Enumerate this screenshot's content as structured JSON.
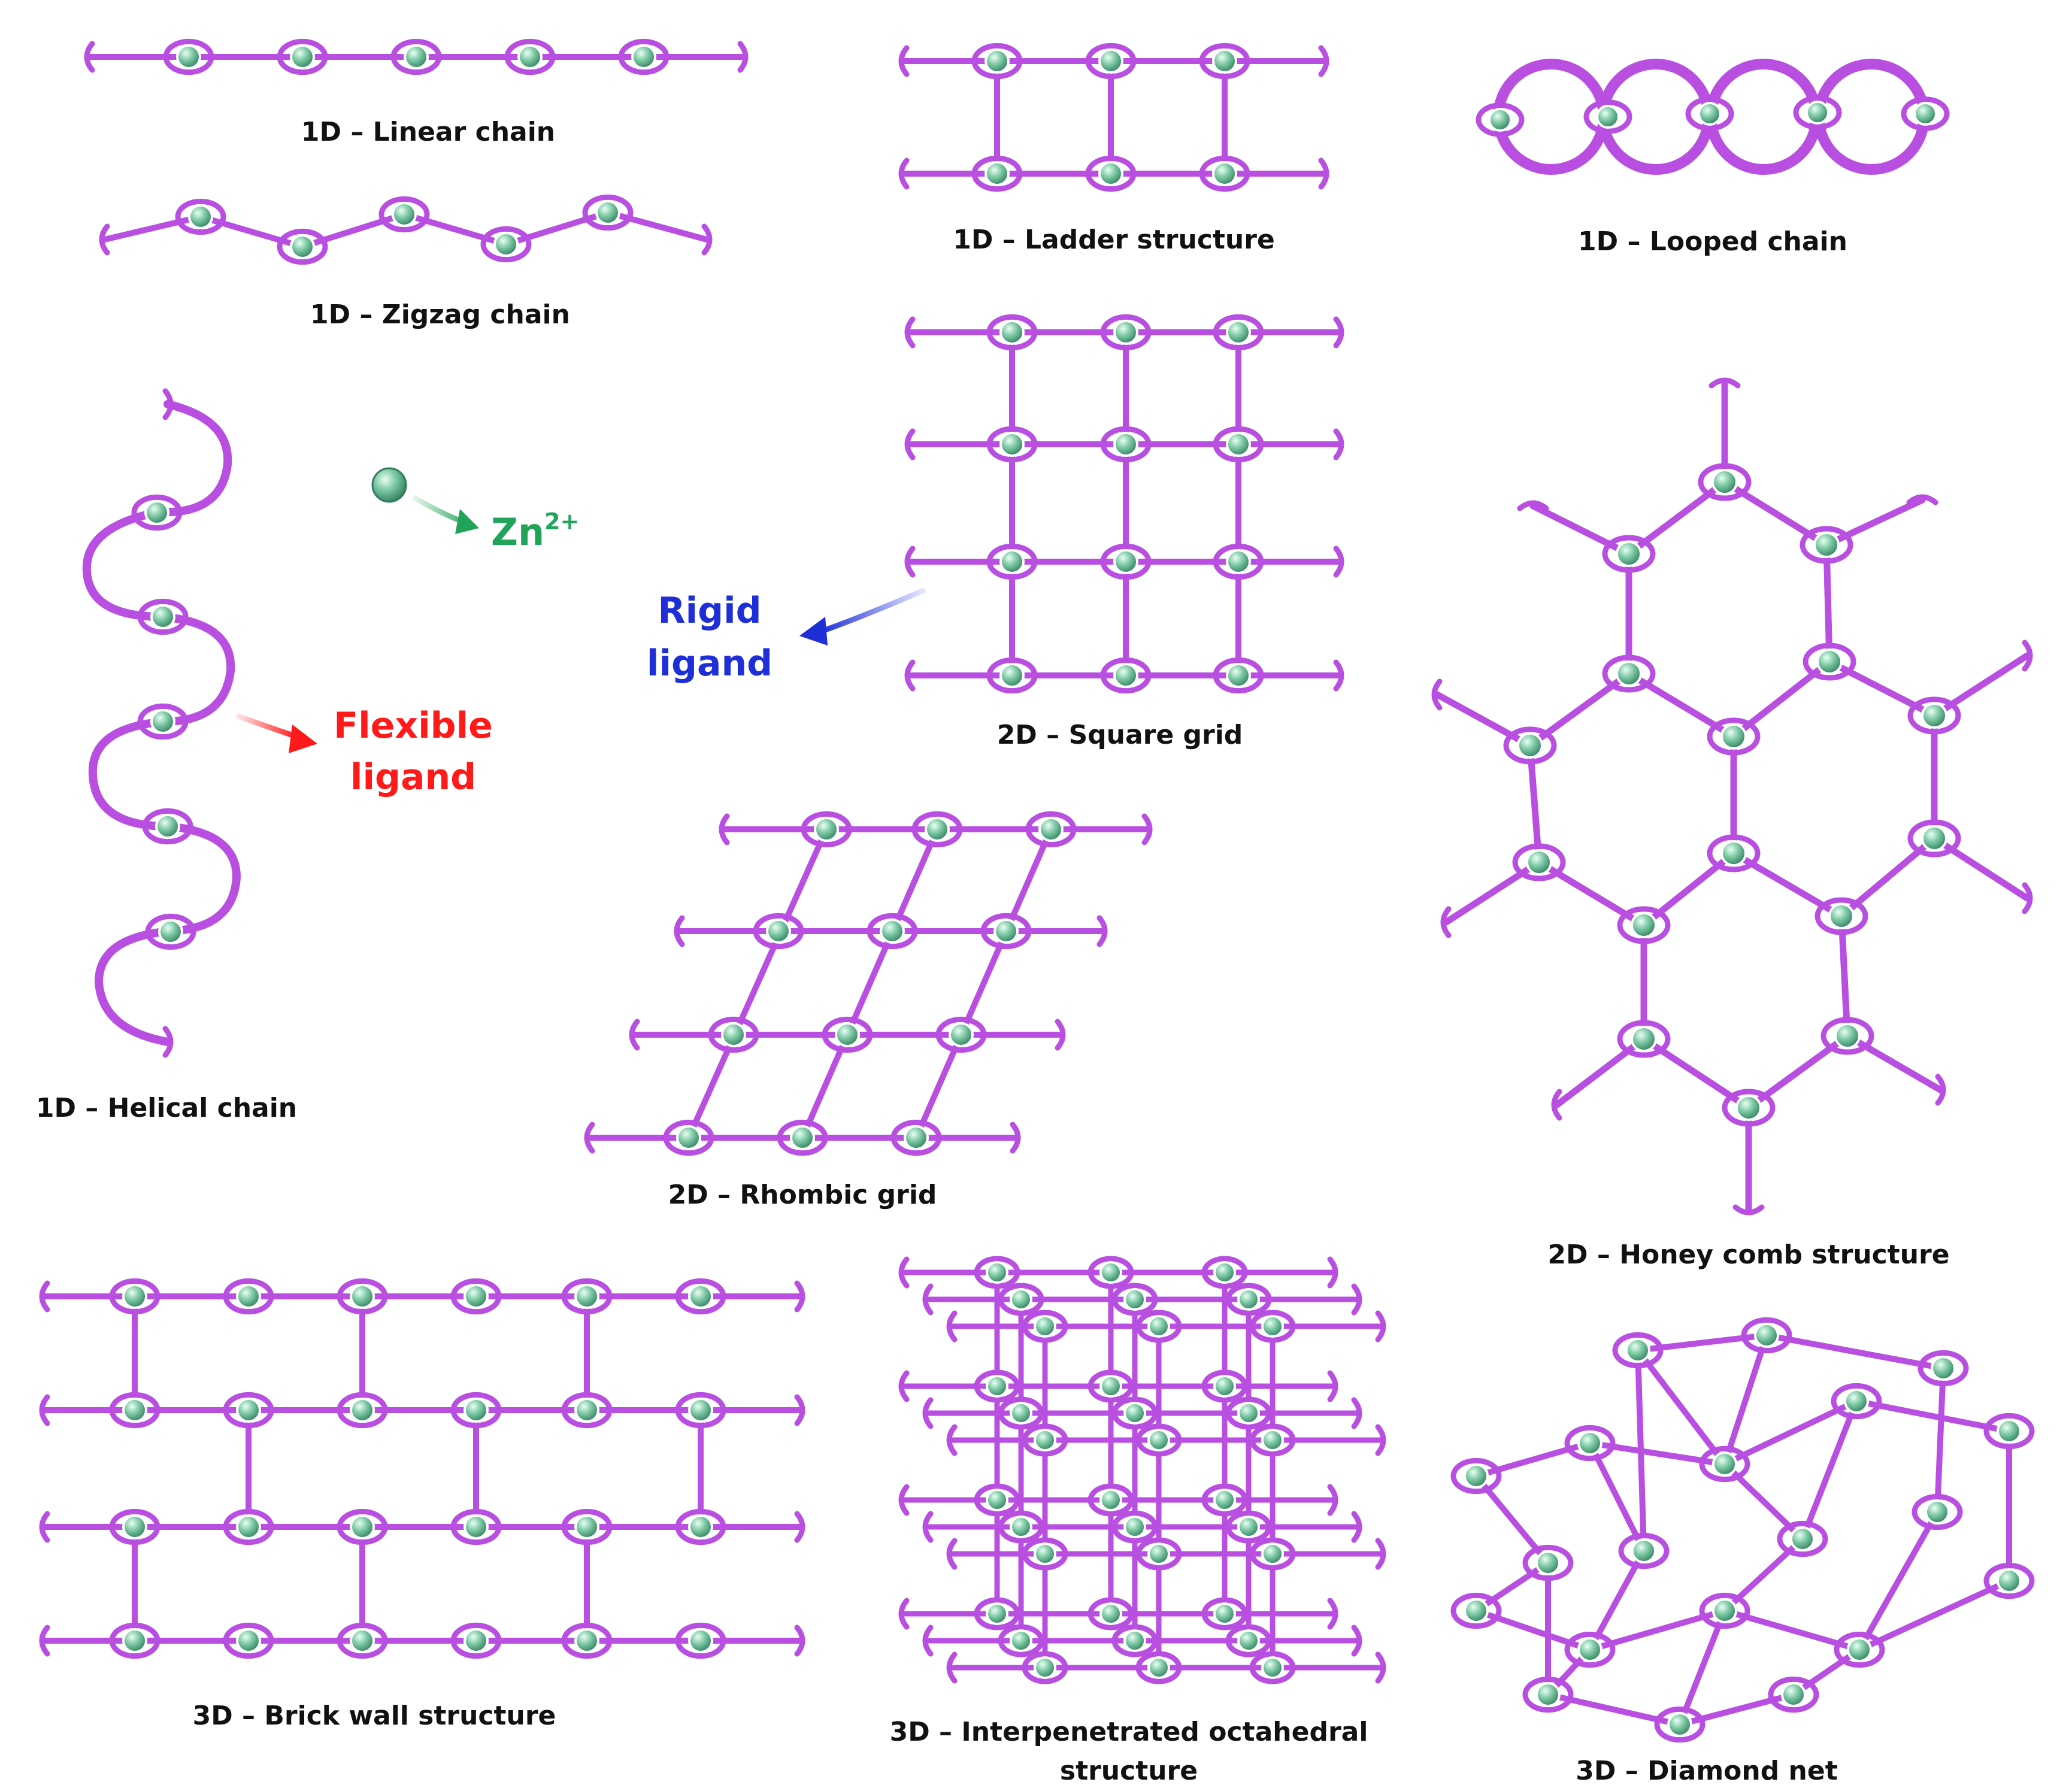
{
  "colors": {
    "ligand": "#b84fe0",
    "metal_fill": "#4fae86",
    "metal_highlight": "#e8fff4",
    "flexible": "#ff1a1a",
    "rigid": "#1f2fd8",
    "zinc": "#22a35a",
    "caption": "#111111"
  },
  "captions": {
    "linear": "1D – Linear chain",
    "zigzag": "1D – Zigzag chain",
    "ladder": "1D – Ladder structure",
    "looped": "1D – Looped chain",
    "helical": "1D – Helical chain",
    "square": "2D – Square grid",
    "rhombic": "2D – Rhombic grid",
    "honeycomb": "2D – Honey comb structure",
    "brick": "3D – Brick wall structure",
    "interpen_line1": "3D – Interpenetrated octahedral",
    "interpen_line2": "structure",
    "diamond": "3D – Diamond net"
  },
  "annotations": {
    "zinc_base": "Zn",
    "zinc_charge": "2+",
    "rigid_line1": "Rigid",
    "rigid_line2": "ligand",
    "flexible_line1": "Flexible",
    "flexible_line2": "ligand"
  },
  "icons": {
    "metal": "metal-node-icon",
    "ligand_end": "ligand-hook-icon"
  }
}
